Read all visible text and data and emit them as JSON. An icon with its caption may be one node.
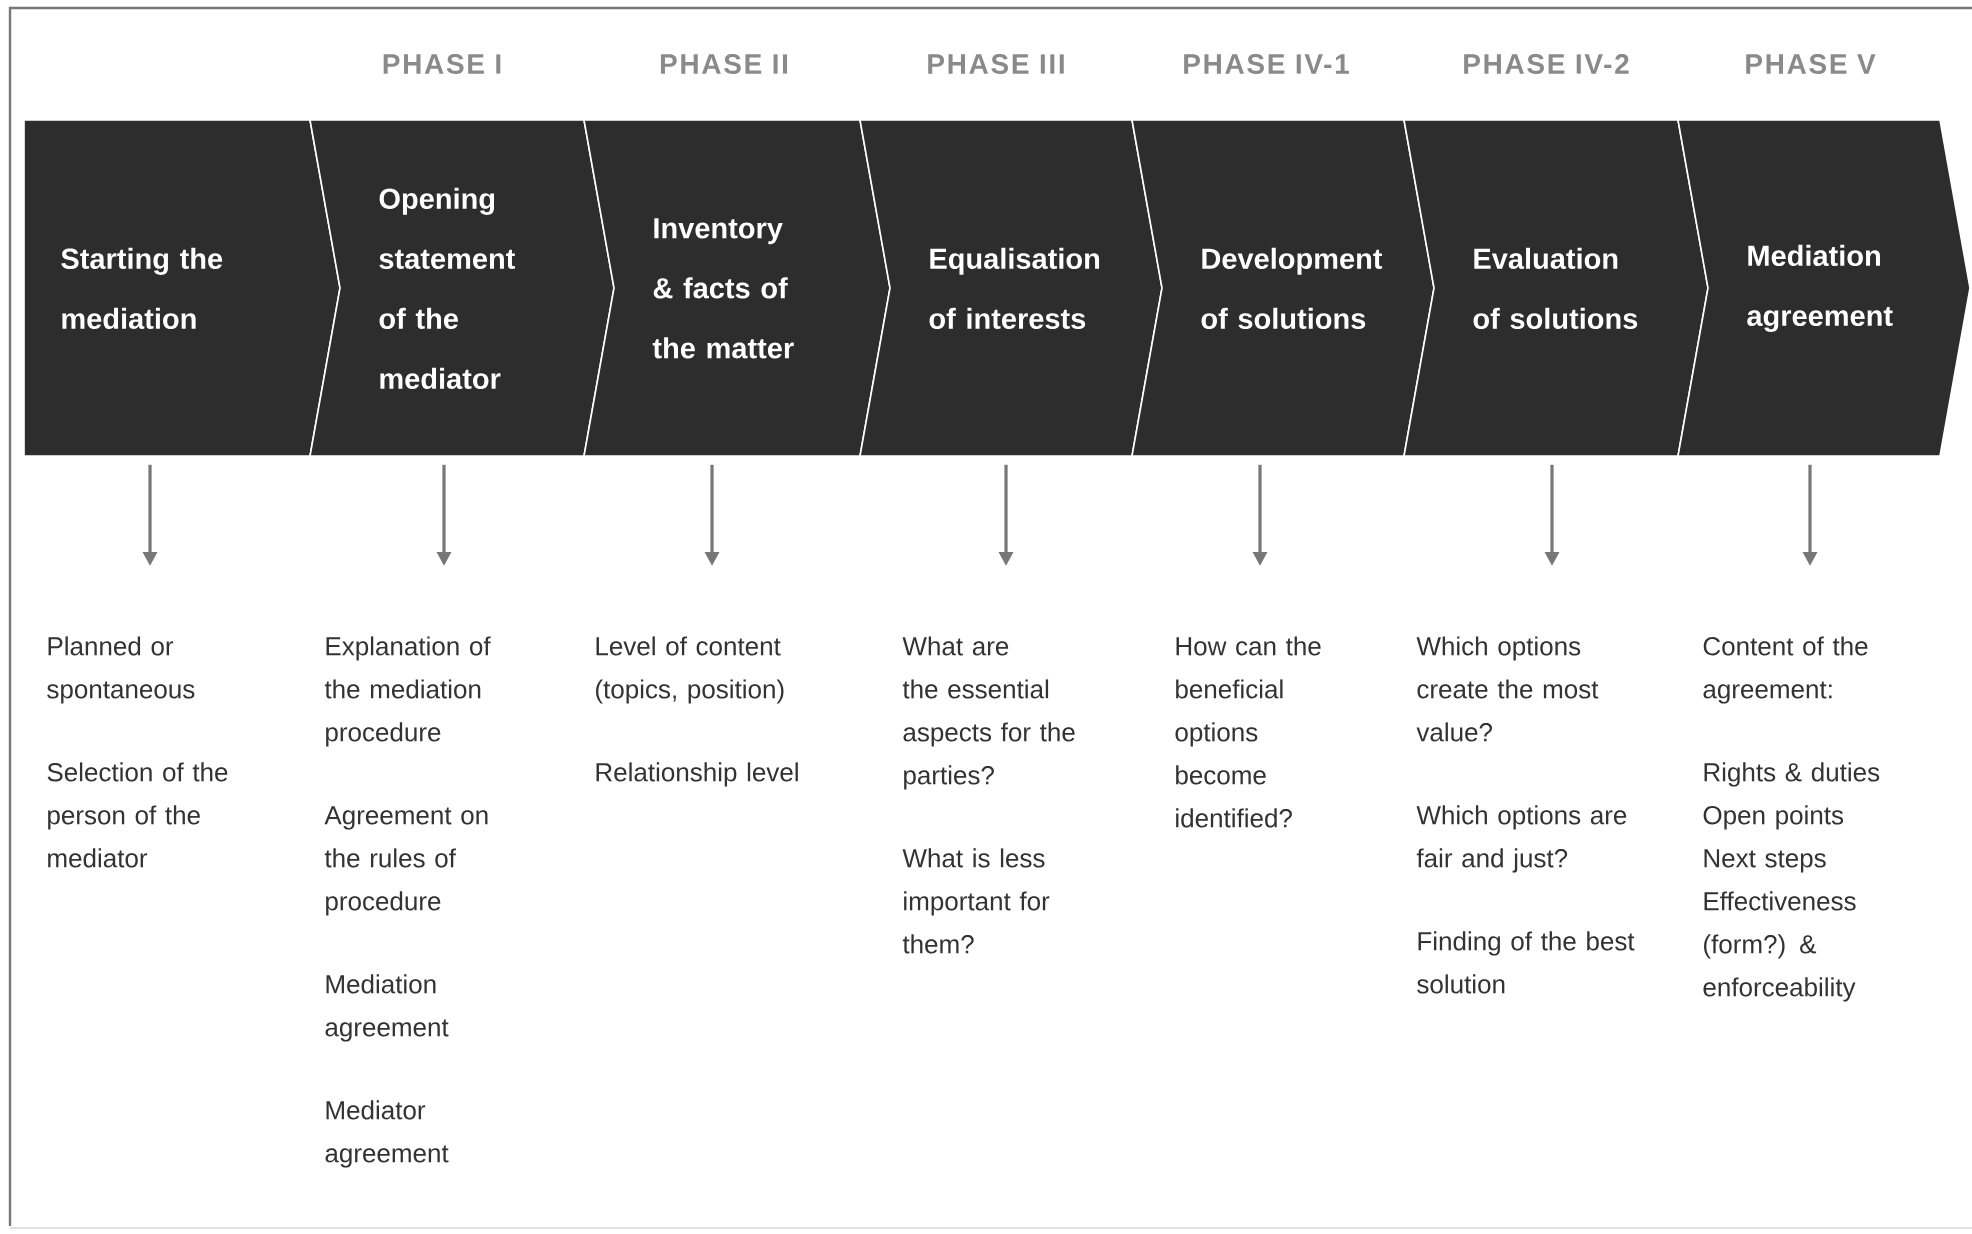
{
  "diagram": {
    "nodes": [
      {
        "text": [
          "Starting the mediation"
        ]
      },
      {
        "text": [
          "Opening statement of the mediator"
        ],
        "beside": [
          "PHASE I"
        ]
      },
      {
        "text": [
          "Inventory & facts of the matter"
        ],
        "beside": [
          "PHASE II"
        ]
      },
      {
        "text": [
          "Equalisation of interests"
        ],
        "beside": [
          "PHASE III"
        ]
      },
      {
        "text": [
          "Development of solutions"
        ],
        "beside": [
          "PHASE IV-1"
        ]
      },
      {
        "text": [
          "Evaluation of solutions"
        ],
        "beside": [
          "PHASE IV-2"
        ]
      },
      {
        "text": [
          "Mediation agreement"
        ],
        "beside": [
          "PHASE V"
        ]
      },
      {
        "text": [
          "Planned or spontaneous",
          "Selection of the person of the mediator"
        ]
      },
      {
        "text": [
          "Explanation of the mediation procedure",
          "Agreement on the rules of procedure",
          "Mediation agreement",
          "Mediator agreement"
        ]
      },
      {
        "text": [
          "Level of content (topics, position)",
          "Relationship level"
        ]
      },
      {
        "text": [
          "What are the essential aspects for the parties?",
          "What is less important for them?"
        ]
      },
      {
        "text": [
          "How can the beneficial options become identified?"
        ]
      },
      {
        "text": [
          "Which options create the most value?",
          "Which options are fair and just?",
          "Finding of the best solution"
        ]
      },
      {
        "text": [
          "Content of the agreement:",
          "Rights & duties",
          "Open points",
          "Next steps",
          "Effectiveness (form?) & enforceability"
        ]
      }
    ],
    "edges": [
      {
        "from": 0,
        "to": 7,
        "arrow": "to"
      },
      {
        "from": 1,
        "to": 8,
        "arrow": "to"
      },
      {
        "from": 2,
        "to": 9,
        "arrow": "to"
      },
      {
        "from": 3,
        "to": 10,
        "arrow": "to"
      },
      {
        "from": 4,
        "to": 11,
        "arrow": "to"
      },
      {
        "from": 5,
        "to": 12,
        "arrow": "to"
      },
      {
        "from": 6,
        "to": 13,
        "arrow": "to"
      }
    ]
  }
}
